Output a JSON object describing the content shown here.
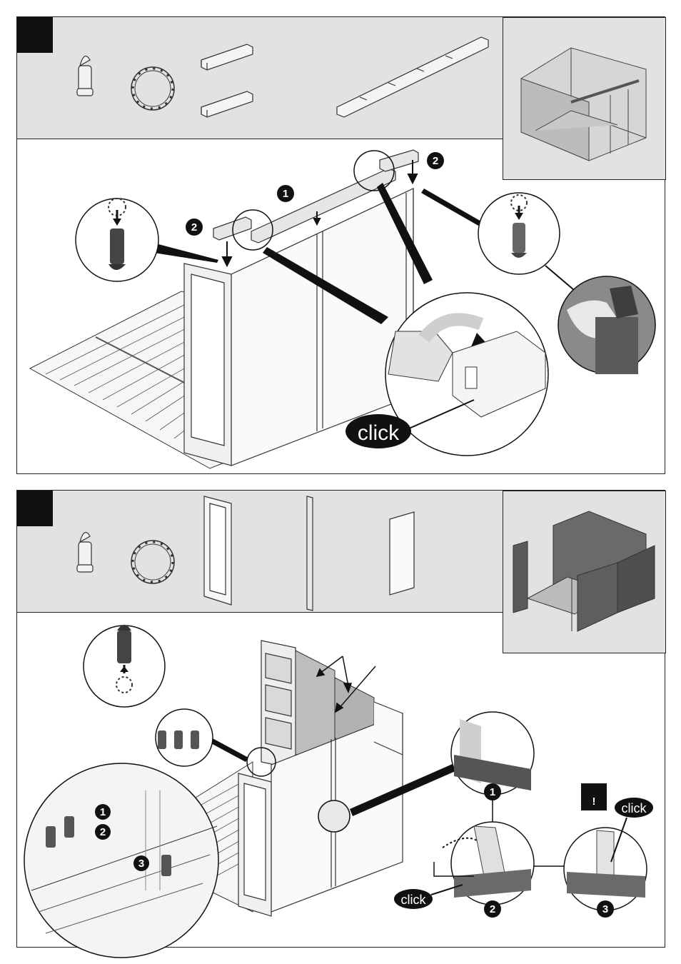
{
  "step1": {
    "callouts": [
      "1",
      "2",
      "2"
    ],
    "click_label": "click"
  },
  "step2": {
    "callouts_pins": [
      "1",
      "2",
      "3"
    ],
    "callouts_detail": [
      "1",
      "2",
      "3"
    ],
    "warning_mark": "!",
    "click_label_a": "click",
    "click_label_b": "click"
  },
  "colors": {
    "parts_bg": "#e2e2e2",
    "panel_dark": "#555555",
    "line": "#222222"
  }
}
